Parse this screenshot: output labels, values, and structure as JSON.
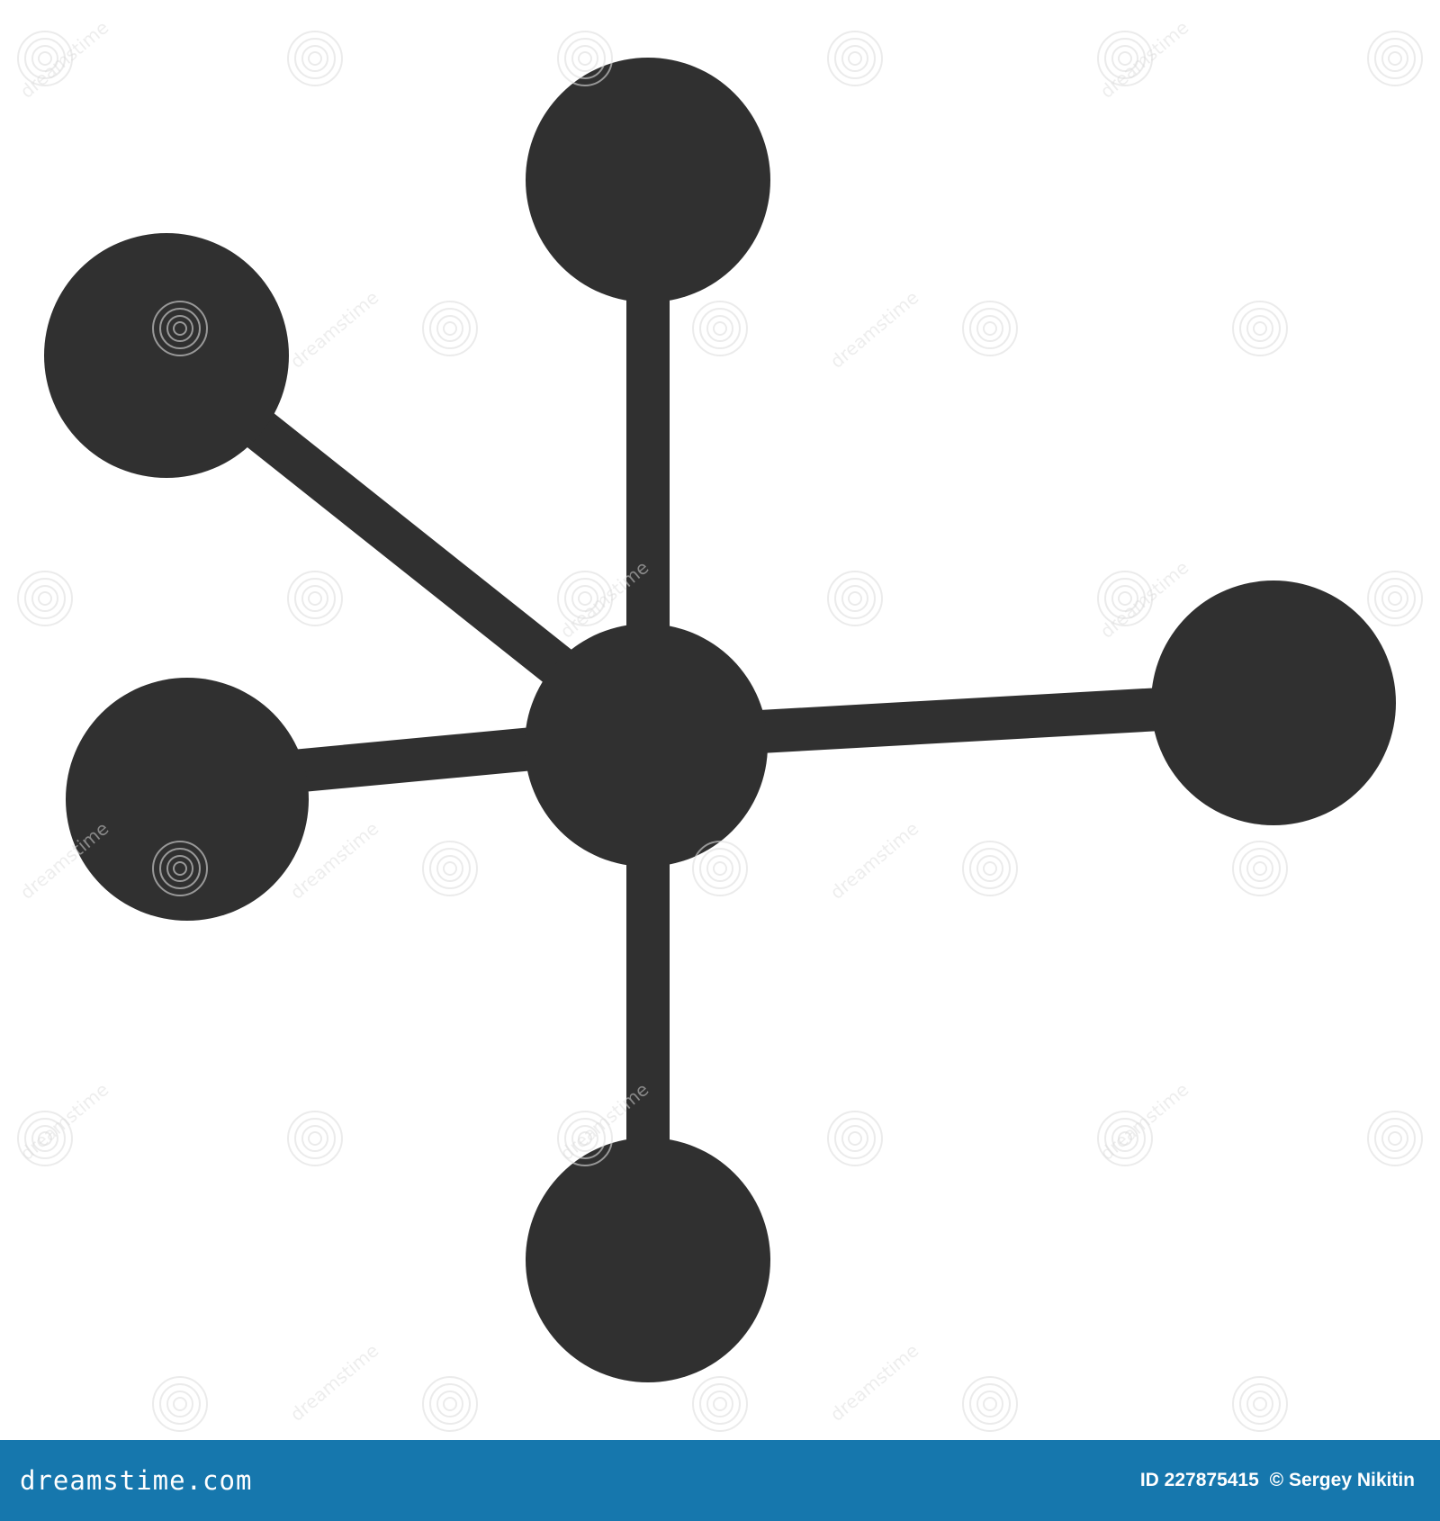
{
  "colors": {
    "icon_fill": "#303030",
    "footer_background": "#1677ad",
    "footer_text": "#ffffff",
    "watermark": "#dddddd",
    "background": "#ffffff"
  },
  "icon": {
    "name": "network-hub-icon"
  },
  "footer": {
    "brand": "dreamstime.com",
    "id_label": "ID 227875415",
    "copyright": "© Sergey Nikitin"
  },
  "watermark": {
    "text": "dreamstime"
  }
}
